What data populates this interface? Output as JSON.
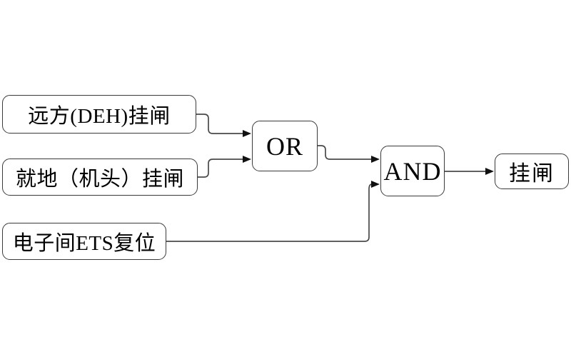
{
  "diagram": {
    "title": "trip-latch logic diagram",
    "background_color": "#ffffff",
    "line_color": "#4a4a4a",
    "border_color": "#3a3a3a",
    "text_color": "#000000",
    "nodes": {
      "remote": {
        "label": "远方(DEH)挂闸",
        "type": "input"
      },
      "local": {
        "label": "就地（机头）挂闸",
        "type": "input"
      },
      "ets": {
        "label": "电子间ETS复位",
        "type": "input"
      },
      "or": {
        "label": "OR",
        "type": "logic-gate"
      },
      "and": {
        "label": "AND",
        "type": "logic-gate"
      },
      "output": {
        "label": "挂闸",
        "type": "output"
      }
    },
    "connections": [
      {
        "from": "remote",
        "to": "or"
      },
      {
        "from": "local",
        "to": "or"
      },
      {
        "from": "or",
        "to": "and"
      },
      {
        "from": "ets",
        "to": "and"
      },
      {
        "from": "and",
        "to": "output"
      }
    ]
  }
}
